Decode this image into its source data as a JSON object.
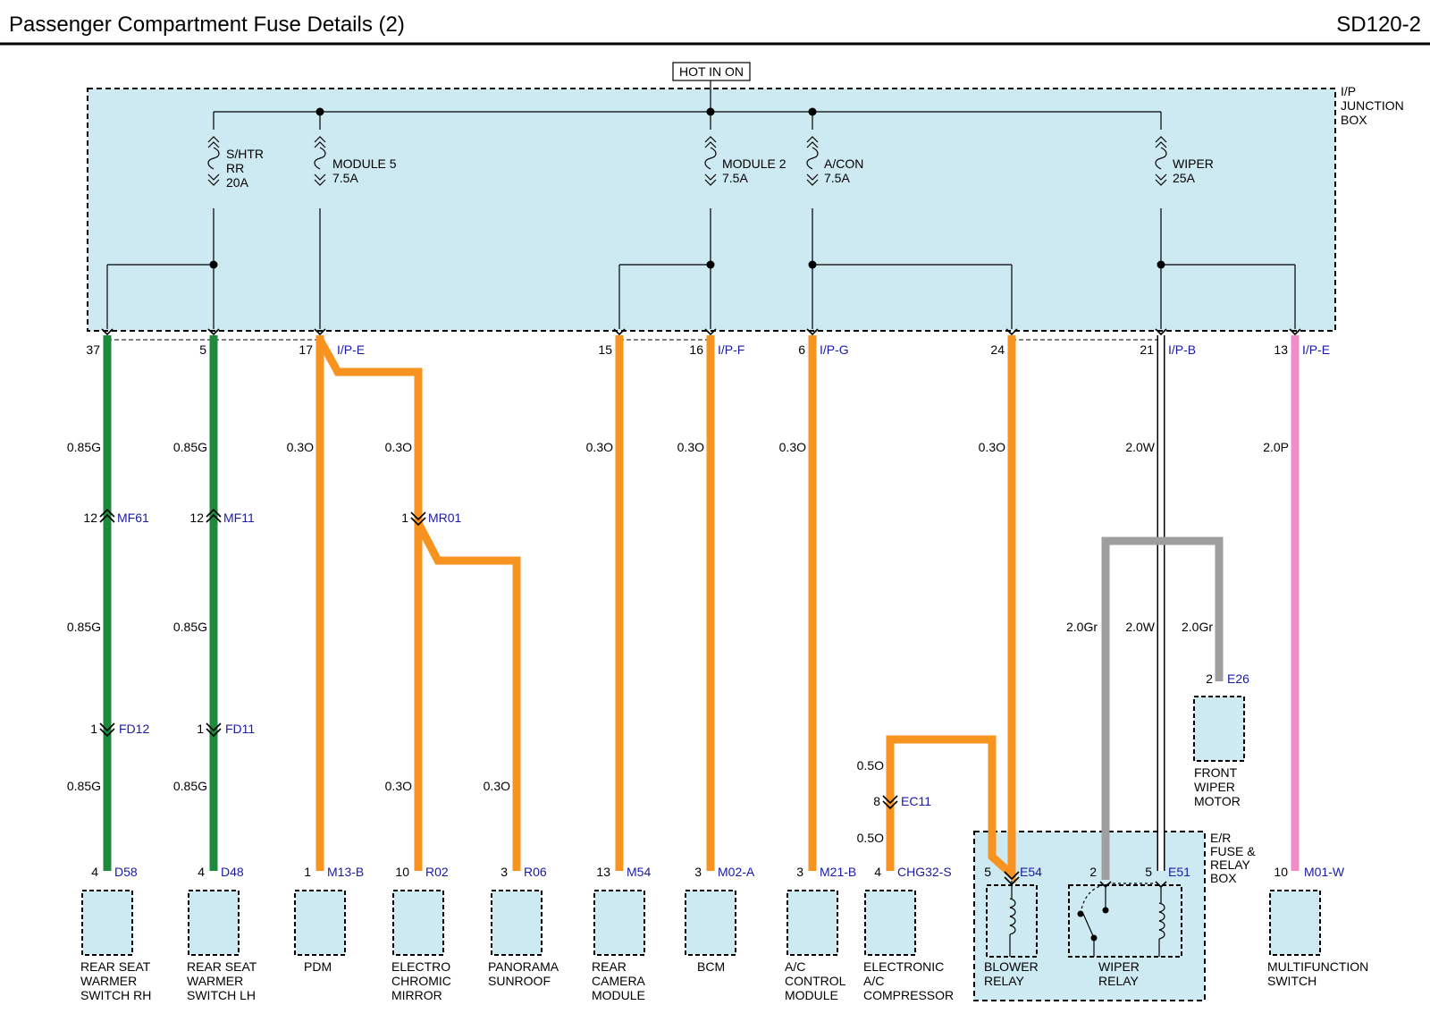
{
  "header": {
    "title": "Passenger Compartment Fuse Details (2)",
    "code": "SD120-2"
  },
  "colors": {
    "box_fill": "#cde9f1",
    "green": "#1e8a3e",
    "orange": "#f7931e",
    "white": "#ffffff",
    "gray": "#9e9e9e",
    "pink": "#f28cc6",
    "connector_text": "#1a1aa6"
  },
  "power_source": "HOT IN ON",
  "junction_box": {
    "label": [
      "I/P",
      "JUNCTION",
      "BOX"
    ]
  },
  "er_box": {
    "label": [
      "E/R",
      "FUSE &",
      "RELAY",
      "BOX"
    ]
  },
  "fuses": [
    {
      "id": "s_htr",
      "lines": [
        "S/HTR",
        "RR",
        "20A"
      ]
    },
    {
      "id": "module5",
      "lines": [
        "MODULE 5",
        "7.5A"
      ]
    },
    {
      "id": "module2",
      "lines": [
        "MODULE 2",
        "7.5A"
      ]
    },
    {
      "id": "acon",
      "lines": [
        "A/CON",
        "7.5A"
      ]
    },
    {
      "id": "wiper",
      "lines": [
        "WIPER",
        "25A"
      ]
    }
  ],
  "pins": [
    {
      "id": "p37",
      "num": "37",
      "conn": ""
    },
    {
      "id": "p5",
      "num": "5",
      "conn": ""
    },
    {
      "id": "p17",
      "num": "17",
      "conn": "I/P-E"
    },
    {
      "id": "p15",
      "num": "15",
      "conn": ""
    },
    {
      "id": "p16",
      "num": "16",
      "conn": "I/P-F"
    },
    {
      "id": "p6",
      "num": "6",
      "conn": "I/P-G"
    },
    {
      "id": "p24",
      "num": "24",
      "conn": ""
    },
    {
      "id": "p21",
      "num": "21",
      "conn": "I/P-B"
    },
    {
      "id": "p13",
      "num": "13",
      "conn": "I/P-E"
    }
  ],
  "wire_labels": [
    {
      "id": "w1",
      "text": "0.85G"
    },
    {
      "id": "w2",
      "text": "0.85G"
    },
    {
      "id": "w3",
      "text": "0.3O"
    },
    {
      "id": "w4",
      "text": "0.3O"
    },
    {
      "id": "w5",
      "text": "0.3O"
    },
    {
      "id": "w6",
      "text": "0.3O"
    },
    {
      "id": "w7",
      "text": "0.3O"
    },
    {
      "id": "w8",
      "text": "0.3O"
    },
    {
      "id": "w9",
      "text": "2.0W"
    },
    {
      "id": "w10",
      "text": "2.0P"
    },
    {
      "id": "w11",
      "text": "0.85G"
    },
    {
      "id": "w12",
      "text": "0.85G"
    },
    {
      "id": "w13",
      "text": "2.0Gr"
    },
    {
      "id": "w14",
      "text": "2.0W"
    },
    {
      "id": "w15",
      "text": "2.0Gr"
    },
    {
      "id": "w16",
      "text": "0.85G"
    },
    {
      "id": "w17",
      "text": "0.85G"
    },
    {
      "id": "w18",
      "text": "0.3O"
    },
    {
      "id": "w19",
      "text": "0.3O"
    },
    {
      "id": "w20",
      "text": "0.5O"
    },
    {
      "id": "w21",
      "text": "0.5O"
    }
  ],
  "inline_connectors": [
    {
      "id": "mf61",
      "pin": "12",
      "conn": "MF61"
    },
    {
      "id": "mf11",
      "pin": "12",
      "conn": "MF11"
    },
    {
      "id": "mr01",
      "pin": "1",
      "conn": "MR01"
    },
    {
      "id": "fd12",
      "pin": "1",
      "conn": "FD12"
    },
    {
      "id": "fd11",
      "pin": "1",
      "conn": "FD11"
    },
    {
      "id": "ec11",
      "pin": "8",
      "conn": "EC11"
    },
    {
      "id": "e26",
      "pin": "2",
      "conn": "E26"
    }
  ],
  "components": [
    {
      "id": "c1",
      "pin": "4",
      "conn": "D58",
      "lines": [
        "REAR SEAT",
        "WARMER",
        "SWITCH RH"
      ]
    },
    {
      "id": "c2",
      "pin": "4",
      "conn": "D48",
      "lines": [
        "REAR SEAT",
        "WARMER",
        "SWITCH LH"
      ]
    },
    {
      "id": "c3",
      "pin": "1",
      "conn": "M13-B",
      "lines": [
        "PDM"
      ]
    },
    {
      "id": "c4",
      "pin": "10",
      "conn": "R02",
      "lines": [
        "ELECTRO",
        "CHROMIC",
        "MIRROR"
      ]
    },
    {
      "id": "c5",
      "pin": "3",
      "conn": "R06",
      "lines": [
        "PANORAMA",
        "SUNROOF"
      ]
    },
    {
      "id": "c6",
      "pin": "13",
      "conn": "M54",
      "lines": [
        "REAR",
        "CAMERA",
        "MODULE"
      ]
    },
    {
      "id": "c7",
      "pin": "3",
      "conn": "M02-A",
      "lines": [
        "BCM"
      ]
    },
    {
      "id": "c8",
      "pin": "3",
      "conn": "M21-B",
      "lines": [
        "A/C",
        "CONTROL",
        "MODULE"
      ]
    },
    {
      "id": "c9",
      "pin": "4",
      "conn": "CHG32-S",
      "lines": [
        "ELECTRONIC",
        "A/C",
        "COMPRESSOR"
      ]
    },
    {
      "id": "c10",
      "pin": "5",
      "conn": "E54",
      "lines": [
        "BLOWER",
        "RELAY"
      ]
    },
    {
      "id": "c11",
      "pin": "2",
      "conn": "",
      "lines": [
        "WIPER",
        "RELAY"
      ]
    },
    {
      "id": "c12",
      "pin": "5",
      "conn": "E51",
      "lines": []
    },
    {
      "id": "c13",
      "pin": "10",
      "conn": "M01-W",
      "lines": [
        "MULTIFUNCTION",
        "SWITCH"
      ]
    },
    {
      "id": "c14",
      "pin": "",
      "conn": "",
      "lines": [
        "FRONT",
        "WIPER",
        "MOTOR"
      ]
    }
  ]
}
